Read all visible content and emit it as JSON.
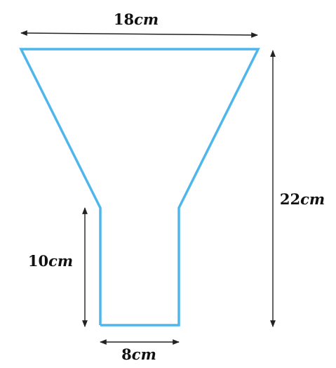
{
  "dimensions": {
    "top_width": {
      "value": "18",
      "unit": "cm"
    },
    "total_height": {
      "value": "22",
      "unit": "cm"
    },
    "stem_height": {
      "value": "10",
      "unit": "cm"
    },
    "bottom_width": {
      "value": "8",
      "unit": "cm"
    }
  },
  "colors": {
    "outline": "#4db6ec",
    "arrow": "#222222",
    "text": "#111111"
  }
}
